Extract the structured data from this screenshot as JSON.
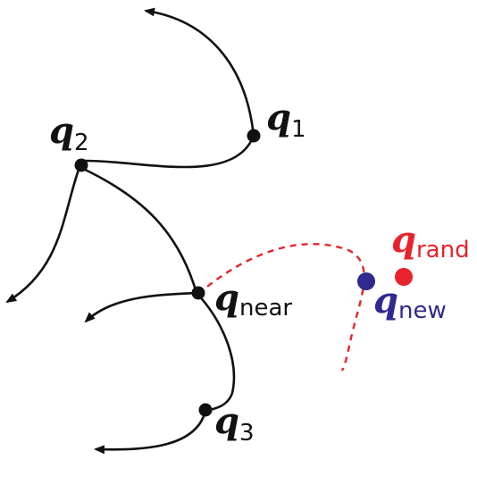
{
  "nodes": [
    {
      "id": "q1",
      "base": "q",
      "sub": "1"
    },
    {
      "id": "q2",
      "base": "q",
      "sub": "2"
    },
    {
      "id": "q3",
      "base": "q",
      "sub": "3"
    },
    {
      "id": "qnear",
      "base": "q",
      "sub": "near"
    },
    {
      "id": "qnew",
      "base": "q",
      "sub": "new"
    },
    {
      "id": "qrand",
      "base": "q",
      "sub": "rand"
    }
  ],
  "colors": {
    "tree": "#111111",
    "new_node": "#2e2a8f",
    "rand_node": "#e8232b",
    "extension_path": "#e8232b"
  }
}
